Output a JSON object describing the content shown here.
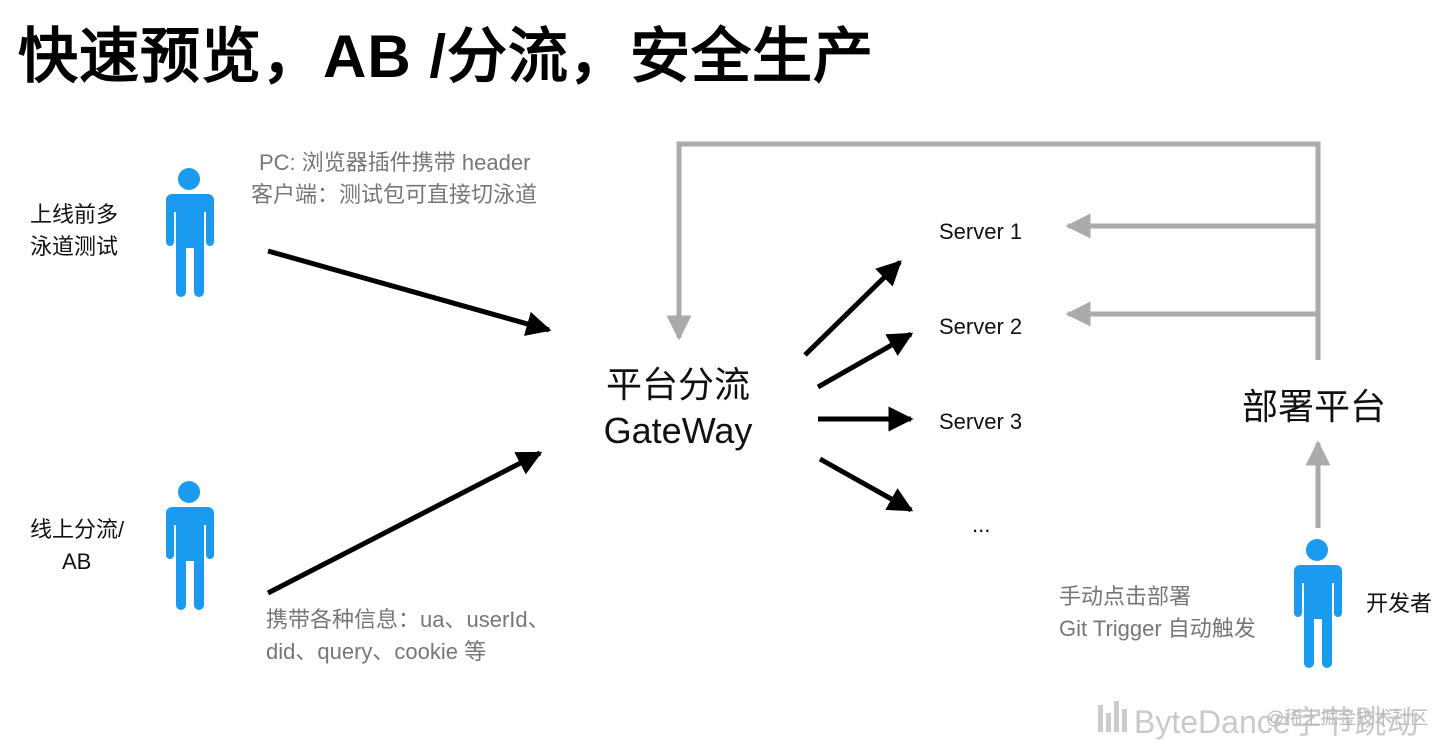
{
  "title": "快速预览，AB /分流，安全生产",
  "left": {
    "user1_label": [
      "上线前多",
      "泳道测试"
    ],
    "user2_label": [
      "线上分流/",
      "AB"
    ],
    "note_top": [
      "PC: 浏览器插件携带 header",
      "客户端：测试包可直接切泳道"
    ],
    "note_bottom": [
      "携带各种信息：ua、userId、",
      "did、query、cookie 等"
    ]
  },
  "gateway": {
    "line1": "平台分流",
    "line2": "GateWay"
  },
  "servers": [
    "Server 1",
    "Server 2",
    "Server 3",
    "..."
  ],
  "deploy": {
    "label": "部署平台",
    "note": [
      "手动点击部署",
      "Git Trigger 自动触发"
    ],
    "developer_label": "开发者"
  },
  "watermark": {
    "brand": "ByteDance字节跳动",
    "community": "@稀土掘金技术社区"
  },
  "colors": {
    "person": "#1a9bef",
    "arrow_black": "#000000",
    "arrow_grey": "#aaaaaa"
  },
  "icons": {
    "person": "person-icon",
    "bytedance_logo": "bytedance-logo-icon"
  }
}
